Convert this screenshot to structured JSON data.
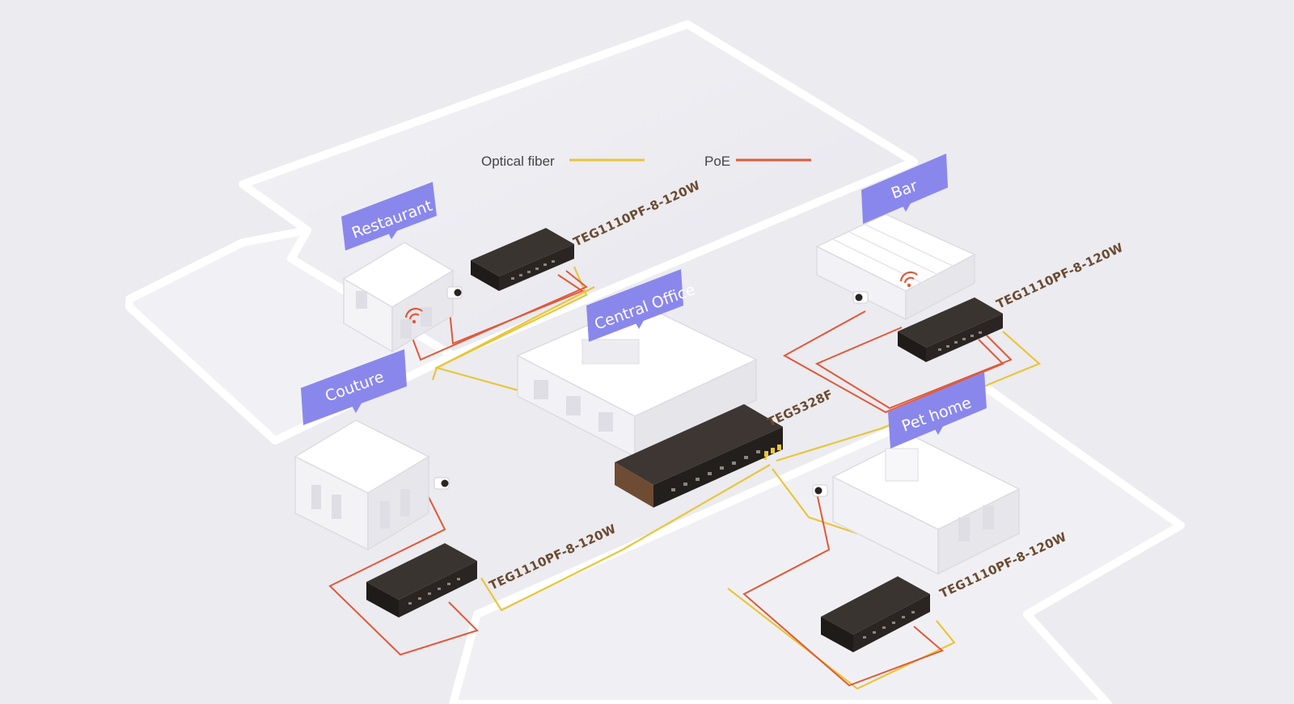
{
  "legend": {
    "optical_label": "Optical fiber",
    "poe_label": "PoE"
  },
  "colors": {
    "background": "#ebebf0",
    "optical_fiber": "#e8c63a",
    "poe": "#e0593a",
    "tag": "#8a87ec",
    "switch_body": "#2a2522",
    "model_text": "#6b4a30"
  },
  "locations": {
    "restaurant": "Restaurant",
    "bar": "Bar",
    "central_office": "Central Office",
    "couture": "Couture",
    "pet_home": "Pet home"
  },
  "devices": {
    "restaurant_switch": "TEG1110PF-8-120W",
    "bar_switch": "TEG1110PF-8-120W",
    "core_switch": "TEG5328F",
    "couture_switch": "TEG1110PF-8-120W",
    "pet_home_switch": "TEG1110PF-8-120W"
  },
  "icons": {
    "wifi": "wifi-access-point-icon",
    "camera": "ip-camera-icon"
  }
}
